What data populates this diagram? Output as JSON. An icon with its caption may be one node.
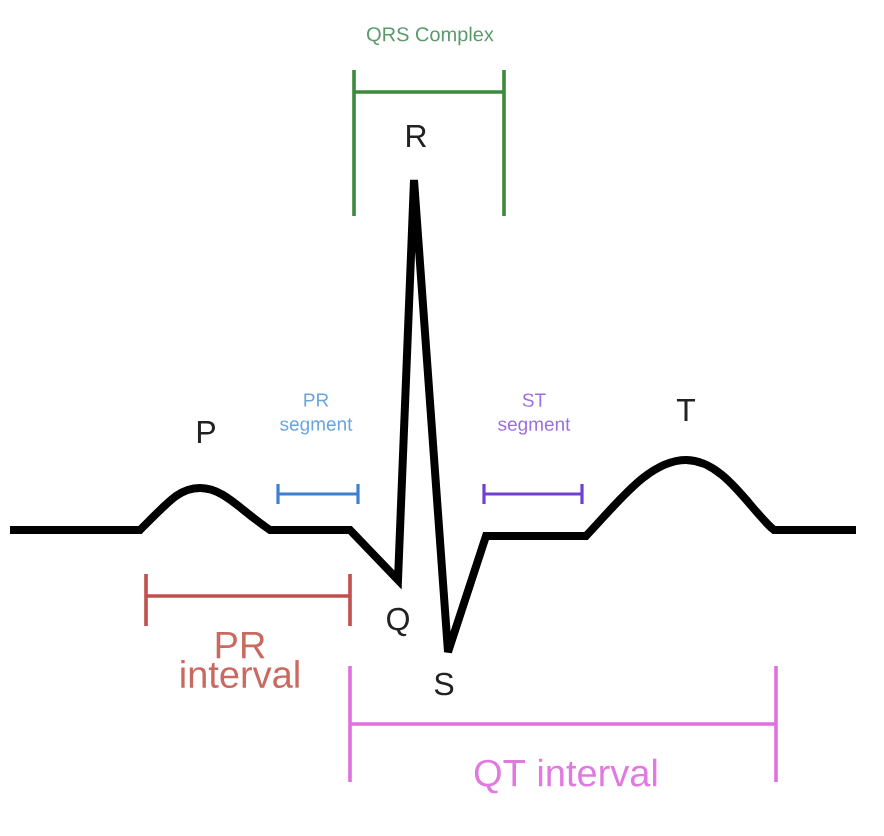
{
  "diagram": {
    "labels": [
      "QRS Complex",
      "R",
      "PR segment",
      "ST segment",
      "T",
      "P",
      "Q",
      "PR interval",
      "S",
      "QT interval"
    ]
  }
}
